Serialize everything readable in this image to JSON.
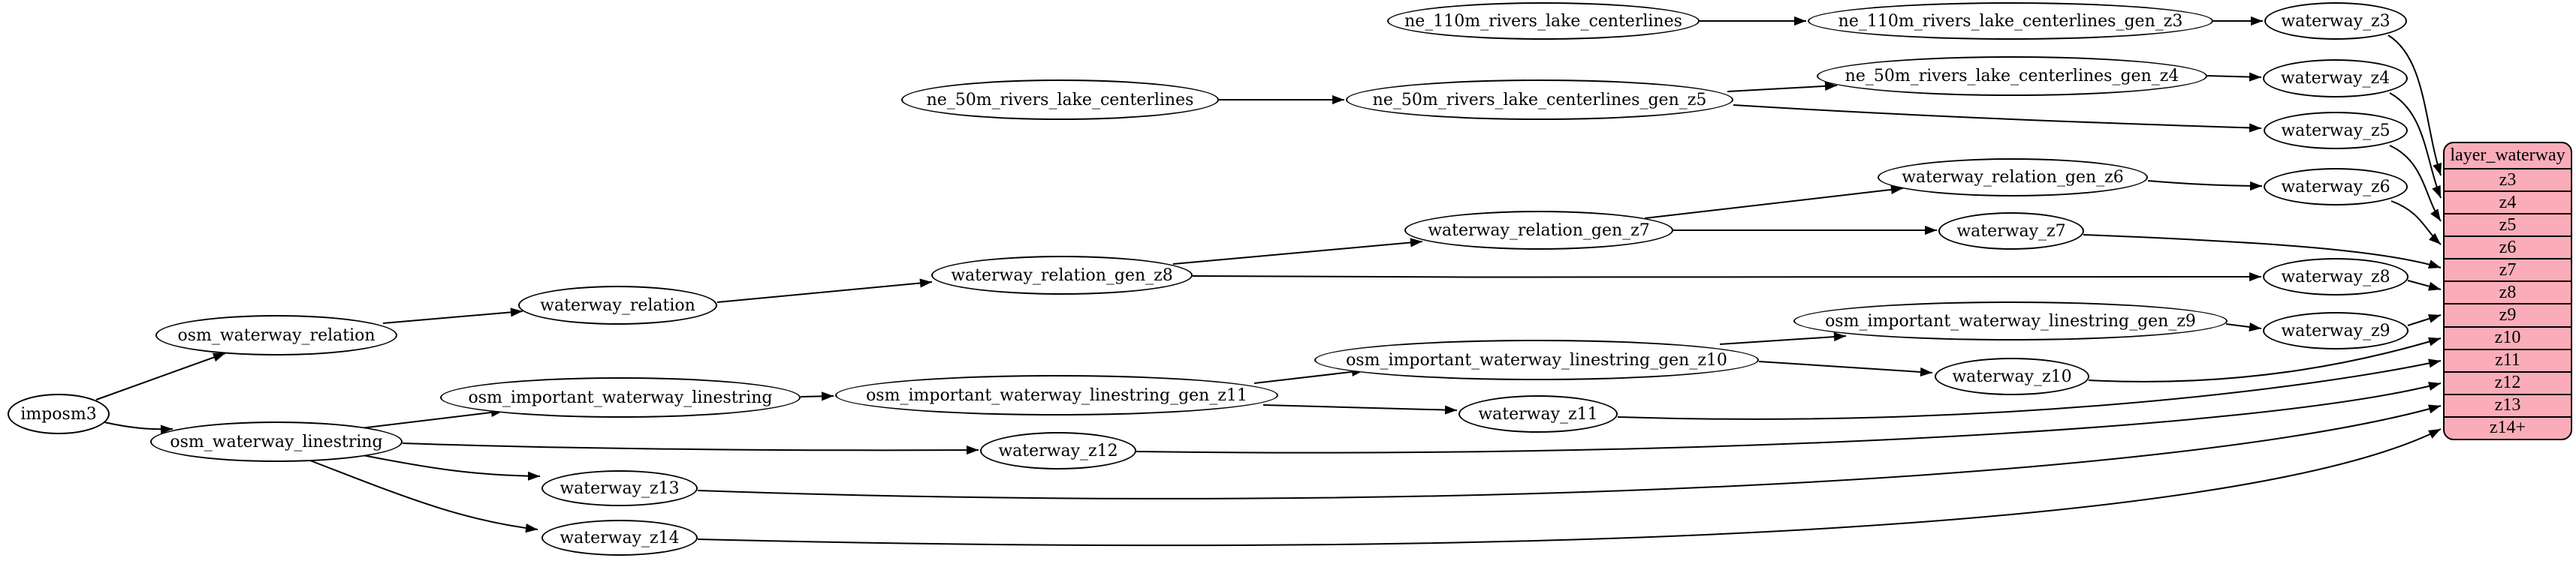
{
  "diagram": {
    "background_color": "#ffffff",
    "node_fill": "#ffffff",
    "node_border_color": "#000000",
    "edge_color": "#000000",
    "record_fill": "#faadb8",
    "record_border_color": "#000000"
  },
  "nodes": {
    "imposm3": "imposm3",
    "osm_waterway_relation": "osm_waterway_relation",
    "osm_waterway_linestring": "osm_waterway_linestring",
    "waterway_relation": "waterway_relation",
    "osm_important_waterway_linestring": "osm_important_waterway_linestring",
    "waterway_relation_gen_z8": "waterway_relation_gen_z8",
    "waterway_relation_gen_z7": "waterway_relation_gen_z7",
    "waterway_relation_gen_z6": "waterway_relation_gen_z6",
    "osm_important_waterway_linestring_gen_z11": "osm_important_waterway_linestring_gen_z11",
    "osm_important_waterway_linestring_gen_z10": "osm_important_waterway_linestring_gen_z10",
    "osm_important_waterway_linestring_gen_z9": "osm_important_waterway_linestring_gen_z9",
    "ne_110m_rivers_lake_centerlines": "ne_110m_rivers_lake_centerlines",
    "ne_110m_rivers_lake_centerlines_gen_z3": "ne_110m_rivers_lake_centerlines_gen_z3",
    "ne_50m_rivers_lake_centerlines": "ne_50m_rivers_lake_centerlines",
    "ne_50m_rivers_lake_centerlines_gen_z5": "ne_50m_rivers_lake_centerlines_gen_z5",
    "ne_50m_rivers_lake_centerlines_gen_z4": "ne_50m_rivers_lake_centerlines_gen_z4",
    "waterway_z3": "waterway_z3",
    "waterway_z4": "waterway_z4",
    "waterway_z5": "waterway_z5",
    "waterway_z6": "waterway_z6",
    "waterway_z7": "waterway_z7",
    "waterway_z8": "waterway_z8",
    "waterway_z9": "waterway_z9",
    "waterway_z10": "waterway_z10",
    "waterway_z11": "waterway_z11",
    "waterway_z12": "waterway_z12",
    "waterway_z13": "waterway_z13",
    "waterway_z14": "waterway_z14"
  },
  "record": {
    "title": "layer_waterway",
    "rows": [
      "z3",
      "z4",
      "z5",
      "z6",
      "z7",
      "z8",
      "z9",
      "z10",
      "z11",
      "z12",
      "z13",
      "z14+"
    ]
  },
  "edges": [
    {
      "from": "imposm3",
      "to": "osm_waterway_relation"
    },
    {
      "from": "imposm3",
      "to": "osm_waterway_linestring"
    },
    {
      "from": "osm_waterway_relation",
      "to": "waterway_relation"
    },
    {
      "from": "waterway_relation",
      "to": "waterway_relation_gen_z8"
    },
    {
      "from": "waterway_relation_gen_z8",
      "to": "waterway_relation_gen_z7"
    },
    {
      "from": "waterway_relation_gen_z8",
      "to": "waterway_z8"
    },
    {
      "from": "waterway_relation_gen_z7",
      "to": "waterway_relation_gen_z6"
    },
    {
      "from": "waterway_relation_gen_z7",
      "to": "waterway_z7"
    },
    {
      "from": "waterway_relation_gen_z6",
      "to": "waterway_z6"
    },
    {
      "from": "osm_waterway_linestring",
      "to": "osm_important_waterway_linestring"
    },
    {
      "from": "osm_waterway_linestring",
      "to": "waterway_z12"
    },
    {
      "from": "osm_waterway_linestring",
      "to": "waterway_z13"
    },
    {
      "from": "osm_waterway_linestring",
      "to": "waterway_z14"
    },
    {
      "from": "osm_important_waterway_linestring",
      "to": "osm_important_waterway_linestring_gen_z11"
    },
    {
      "from": "osm_important_waterway_linestring_gen_z11",
      "to": "osm_important_waterway_linestring_gen_z10"
    },
    {
      "from": "osm_important_waterway_linestring_gen_z11",
      "to": "waterway_z11"
    },
    {
      "from": "osm_important_waterway_linestring_gen_z10",
      "to": "osm_important_waterway_linestring_gen_z9"
    },
    {
      "from": "osm_important_waterway_linestring_gen_z10",
      "to": "waterway_z10"
    },
    {
      "from": "osm_important_waterway_linestring_gen_z9",
      "to": "waterway_z9"
    },
    {
      "from": "ne_110m_rivers_lake_centerlines",
      "to": "ne_110m_rivers_lake_centerlines_gen_z3"
    },
    {
      "from": "ne_110m_rivers_lake_centerlines_gen_z3",
      "to": "waterway_z3"
    },
    {
      "from": "ne_50m_rivers_lake_centerlines",
      "to": "ne_50m_rivers_lake_centerlines_gen_z5"
    },
    {
      "from": "ne_50m_rivers_lake_centerlines_gen_z5",
      "to": "ne_50m_rivers_lake_centerlines_gen_z4"
    },
    {
      "from": "ne_50m_rivers_lake_centerlines_gen_z5",
      "to": "waterway_z5"
    },
    {
      "from": "ne_50m_rivers_lake_centerlines_gen_z4",
      "to": "waterway_z4"
    },
    {
      "from": "waterway_z3",
      "to": "layer_waterway:z3"
    },
    {
      "from": "waterway_z4",
      "to": "layer_waterway:z4"
    },
    {
      "from": "waterway_z5",
      "to": "layer_waterway:z5"
    },
    {
      "from": "waterway_z6",
      "to": "layer_waterway:z6"
    },
    {
      "from": "waterway_z7",
      "to": "layer_waterway:z7"
    },
    {
      "from": "waterway_z8",
      "to": "layer_waterway:z8"
    },
    {
      "from": "waterway_z9",
      "to": "layer_waterway:z9"
    },
    {
      "from": "waterway_z10",
      "to": "layer_waterway:z10"
    },
    {
      "from": "waterway_z11",
      "to": "layer_waterway:z11"
    },
    {
      "from": "waterway_z12",
      "to": "layer_waterway:z12"
    },
    {
      "from": "waterway_z13",
      "to": "layer_waterway:z13"
    },
    {
      "from": "waterway_z14",
      "to": "layer_waterway:z14+"
    }
  ]
}
